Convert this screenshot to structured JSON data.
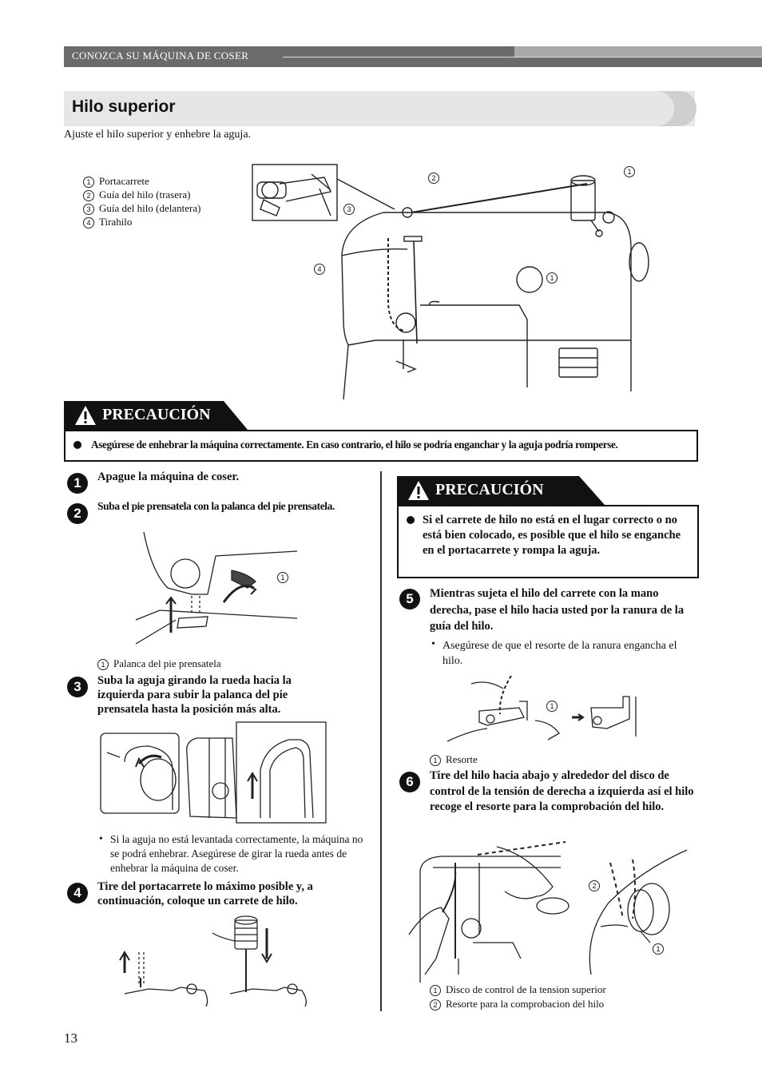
{
  "header": {
    "section": "CONOZCA SU MÁQUINA DE COSER"
  },
  "title": "Hilo superior",
  "intro": "Ajuste el hilo superior y enhebre la aguja.",
  "legend_main": [
    "Portacarrete",
    "Guía del hilo (trasera)",
    "Guía del hilo (delantera)",
    "Tirahilo"
  ],
  "callout_nums": [
    "1",
    "2",
    "3",
    "4"
  ],
  "caution1": {
    "title": "PRECAUCIÓN",
    "text": "Asegúrese de enhebrar la máquina correctamente. En caso contrario, el hilo se podría enganchar y la aguja podría romperse."
  },
  "steps": [
    {
      "num": "1",
      "text": "Apague la máquina de coser."
    },
    {
      "num": "2",
      "text": "Suba el pie prensatela con la palanca del pie prensatela.",
      "caption": "Palanca del pie prensatela"
    },
    {
      "num": "3",
      "text": "Suba la aguja girando la rueda hacia la izquierda para subir la palanca del pie prensatela hasta la posición más alta.",
      "note": "Si la aguja no está levantada correctamente, la máquina no se podrá enhebrar. Asegúrese de girar la rueda antes de enhebrar la máquina de coser."
    },
    {
      "num": "4",
      "text": "Tire del portacarrete lo máximo posible y, a continuación, coloque un carrete de hilo."
    },
    {
      "num": "5",
      "text": "Mientras sujeta el hilo del carrete con la mano derecha, pase el hilo hacia usted por la ranura de la guía del hilo.",
      "note": "Asegúrese de que el resorte de la ranura engancha el hilo.",
      "caption": "Resorte"
    },
    {
      "num": "6",
      "text": "Tire del hilo hacia abajo y alrededor del disco de control de la tensión de derecha a izquierda así el hilo recoge el resorte para la comprobación del hilo.",
      "captions": [
        "Disco de control de la tension superior",
        "Resorte para la comprobacion del hilo"
      ]
    }
  ],
  "caution2": {
    "title": "PRECAUCIÓN",
    "text": "Si el carrete de hilo no está en el lugar correcto o no está bien colocado, es posible que el hilo se enganche en el portacarrete y rompa la aguja."
  },
  "page_number": "13"
}
